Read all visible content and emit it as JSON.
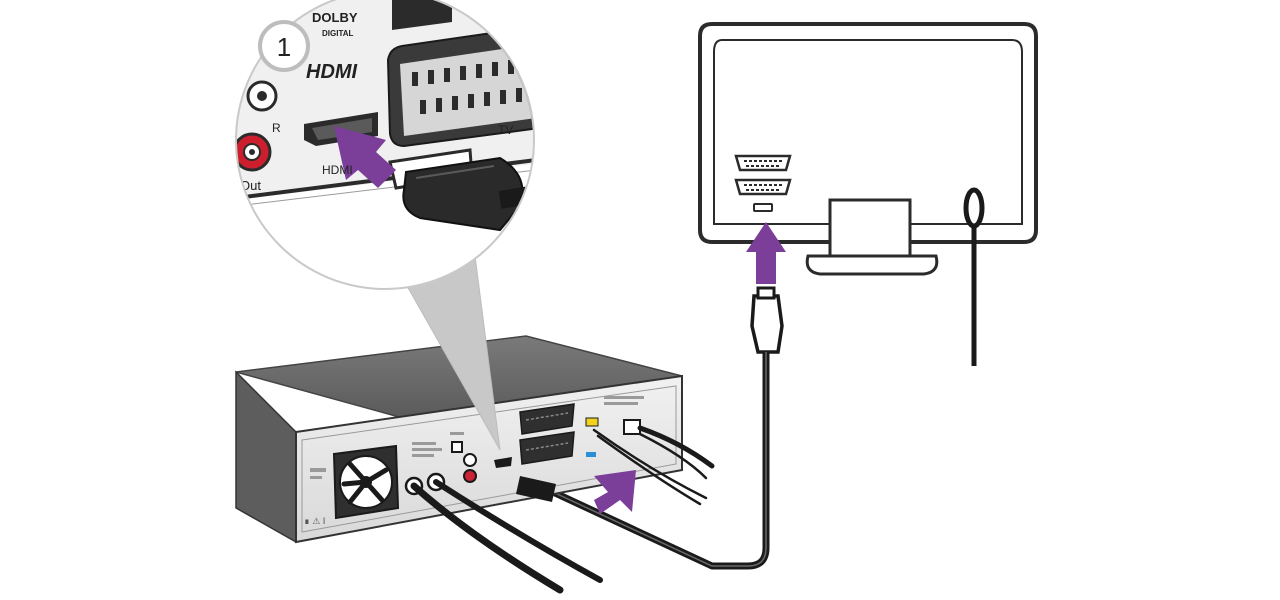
{
  "diagram": {
    "step_number": "1",
    "zoom_labels": {
      "brand_line1": "DOLBY",
      "brand_line2": "DIGITAL",
      "hdmi_logo": "HDMI",
      "hdmi_port": "HDMI",
      "audio_r": "R",
      "audio_out": "Out",
      "scart_tv": "TV"
    },
    "arrow_color": "#7b3f9a",
    "cable_color": "#1a1a1a",
    "outline_color": "#2b2b2b",
    "icons": [
      "hdmi-cable-plug-icon",
      "push-arrow-icon",
      "scart-socket-icon",
      "cooling-fan-icon",
      "rca-socket-icon"
    ]
  }
}
